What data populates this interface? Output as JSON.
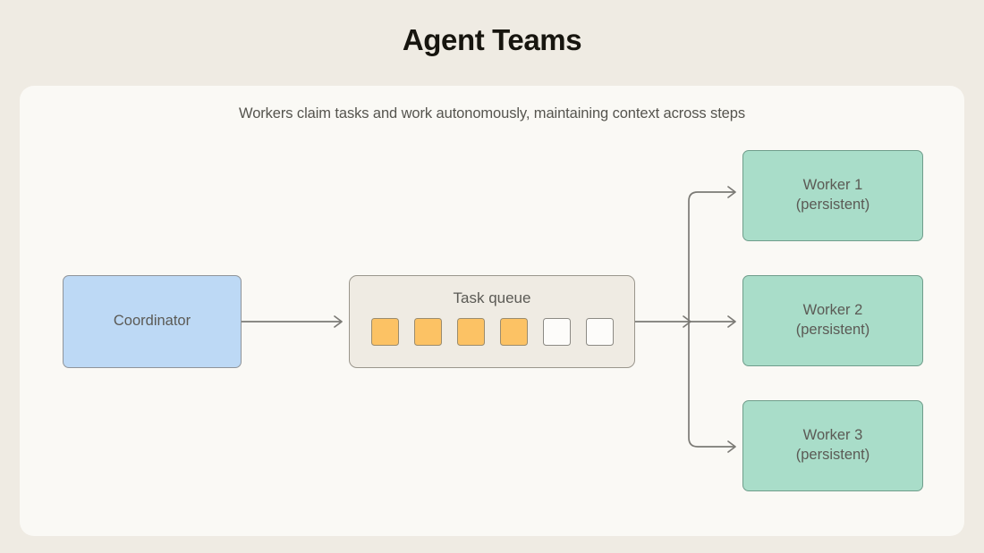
{
  "page": {
    "title": "Agent Teams",
    "subtitle": "Workers claim tasks and work autonomously, maintaining context across steps",
    "background_color": "#efebe3",
    "card_color": "#faf9f5"
  },
  "diagram": {
    "coordinator": {
      "label": "Coordinator",
      "fill": "#bdd9f5",
      "stroke": "#8f9499"
    },
    "queue": {
      "label": "Task queue",
      "fill": "#efebe3",
      "stroke": "#9a968c",
      "filled_color": "#fcc264",
      "empty_color": "#fdfcfa",
      "slots": [
        {
          "state": "filled"
        },
        {
          "state": "filled"
        },
        {
          "state": "filled"
        },
        {
          "state": "filled"
        },
        {
          "state": "empty"
        },
        {
          "state": "empty"
        }
      ],
      "filled_count": 4,
      "empty_count": 2,
      "total_count": 6
    },
    "workers": [
      {
        "name": "Worker 1",
        "sublabel": "(persistent)",
        "fill": "#a9ddc9",
        "stroke": "#6f9d8b"
      },
      {
        "name": "Worker 2",
        "sublabel": "(persistent)",
        "fill": "#a9ddc9",
        "stroke": "#6f9d8b"
      },
      {
        "name": "Worker 3",
        "sublabel": "(persistent)",
        "fill": "#a9ddc9",
        "stroke": "#6f9d8b"
      }
    ],
    "connectors": {
      "stroke": "#7b7a75",
      "edges": [
        {
          "from": "Coordinator",
          "to": "Task queue"
        },
        {
          "from": "Task queue",
          "to": "Worker 1"
        },
        {
          "from": "Task queue",
          "to": "Worker 2"
        },
        {
          "from": "Task queue",
          "to": "Worker 3"
        }
      ]
    }
  }
}
